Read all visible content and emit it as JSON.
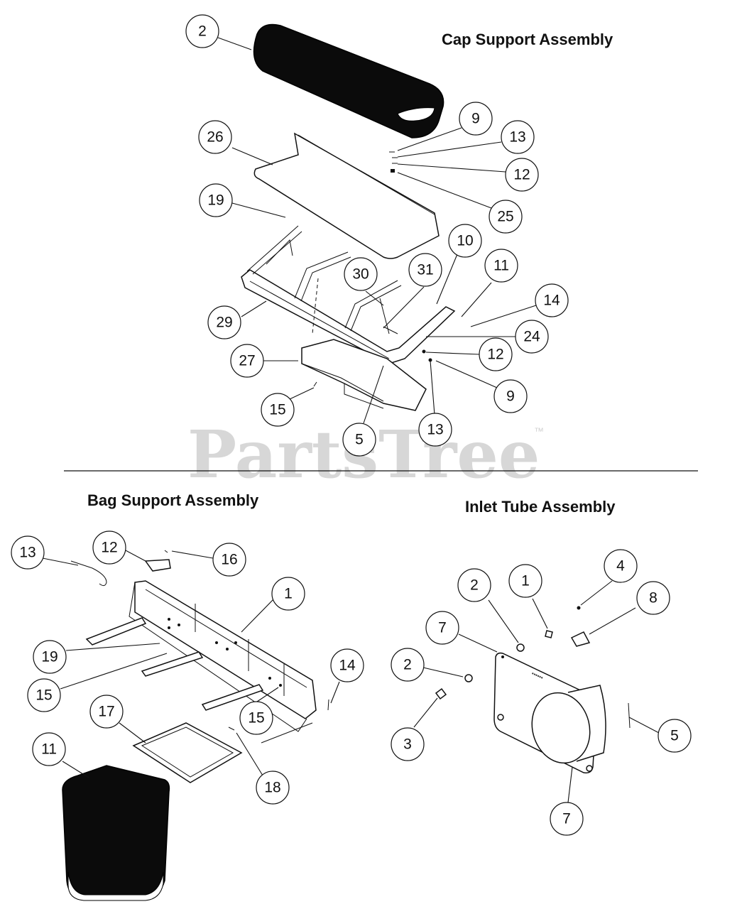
{
  "watermark": {
    "text": "PartsTree",
    "trademark": "™"
  },
  "assemblies": {
    "cap_support": {
      "title": "Cap Support Assembly",
      "callouts": [
        {
          "id": "2"
        },
        {
          "id": "9"
        },
        {
          "id": "13"
        },
        {
          "id": "26"
        },
        {
          "id": "12"
        },
        {
          "id": "19"
        },
        {
          "id": "25"
        },
        {
          "id": "10"
        },
        {
          "id": "11"
        },
        {
          "id": "30"
        },
        {
          "id": "31"
        },
        {
          "id": "14"
        },
        {
          "id": "29"
        },
        {
          "id": "24"
        },
        {
          "id": "12"
        },
        {
          "id": "27"
        },
        {
          "id": "9"
        },
        {
          "id": "15"
        },
        {
          "id": "13"
        },
        {
          "id": "5"
        }
      ]
    },
    "bag_support": {
      "title": "Bag Support Assembly",
      "callouts": [
        {
          "id": "13"
        },
        {
          "id": "12"
        },
        {
          "id": "16"
        },
        {
          "id": "1"
        },
        {
          "id": "19"
        },
        {
          "id": "14"
        },
        {
          "id": "15"
        },
        {
          "id": "15"
        },
        {
          "id": "17"
        },
        {
          "id": "11"
        },
        {
          "id": "18"
        }
      ]
    },
    "inlet_tube": {
      "title": "Inlet Tube Assembly",
      "callouts": [
        {
          "id": "4"
        },
        {
          "id": "2"
        },
        {
          "id": "1"
        },
        {
          "id": "8"
        },
        {
          "id": "7"
        },
        {
          "id": "2"
        },
        {
          "id": "3"
        },
        {
          "id": "5"
        },
        {
          "id": "7"
        }
      ]
    }
  }
}
